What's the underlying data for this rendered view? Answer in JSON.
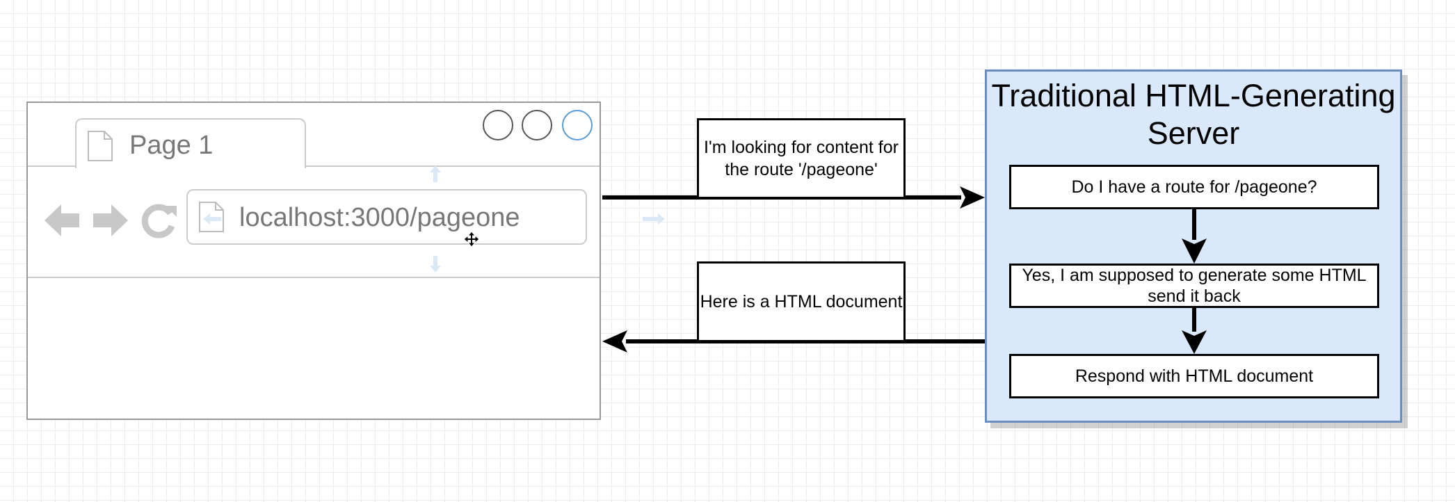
{
  "browser": {
    "tab_label": "Page 1",
    "address": "localhost:3000/pageone",
    "nav": {
      "back_icon": "arrow-left-icon",
      "forward_icon": "arrow-right-icon",
      "reload_icon": "reload-icon"
    },
    "window_buttons": [
      "circle",
      "circle",
      "circle-selected"
    ]
  },
  "messages": {
    "request": "I'm looking for content for the route '/pageone'",
    "response": "Here is a HTML document"
  },
  "server": {
    "title": "Traditional HTML-Generating Server",
    "steps": [
      "Do I have a route for /pageone?",
      "Yes, I am supposed to generate some HTML send it back",
      "Respond with HTML document"
    ]
  },
  "colors": {
    "server_fill": "#dae8fc",
    "server_stroke": "#6c8ebf",
    "nav_icon": "#c8c8c8",
    "selection": "#5b9bd5"
  }
}
